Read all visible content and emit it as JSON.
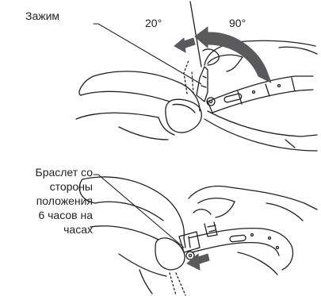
{
  "labels": {
    "clamp": "Зажим",
    "angle_small": "20°",
    "angle_large": "90°",
    "bracelet_lines": [
      "Браслет со",
      "стороны",
      "положения",
      "6 часов на",
      "часах"
    ]
  },
  "colors": {
    "line": "#231f20",
    "arrow_fill": "#5a5a5c",
    "background": "#ffffff"
  }
}
